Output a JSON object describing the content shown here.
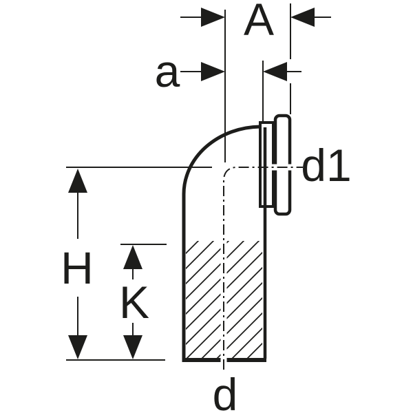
{
  "drawing": {
    "kind": "technical-dimension-diagram",
    "subject": "90-degree pipe bend with socket flange, side section view",
    "labels": {
      "A": "A",
      "a": "a",
      "H": "H",
      "K": "K",
      "d1": "d1",
      "d": "d"
    },
    "colors": {
      "line": "#1d1d1b",
      "background": "#ffffff"
    }
  }
}
